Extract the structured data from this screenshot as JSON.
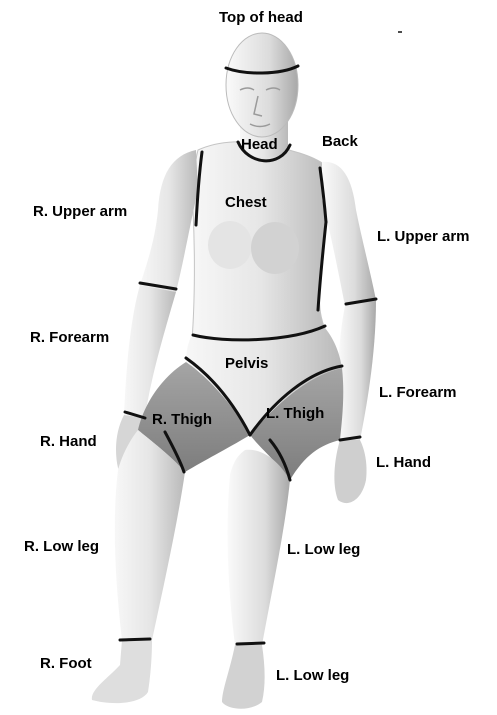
{
  "labels": {
    "top_of_head": "Top of head",
    "head": "Head",
    "back": "Back",
    "chest": "Chest",
    "r_upper_arm": "R. Upper arm",
    "l_upper_arm": "L. Upper arm",
    "r_forearm": "R. Forearm",
    "pelvis": "Pelvis",
    "l_forearm": "L. Forearm",
    "r_thigh": "R. Thigh",
    "l_thigh": "L. Thigh",
    "r_hand": "R. Hand",
    "l_hand": "L. Hand",
    "r_low_leg": "R. Low leg",
    "l_low_leg_upper": "L. Low leg",
    "r_foot": "R. Foot",
    "l_low_leg_lower": "L. Low leg"
  },
  "colors": {
    "body_fill": "#d9d9d9",
    "shadow_fill": "#9a9a9a",
    "thigh_fill": "#8c8c8c",
    "segment_line": "#111111",
    "label_text": "#000000"
  }
}
